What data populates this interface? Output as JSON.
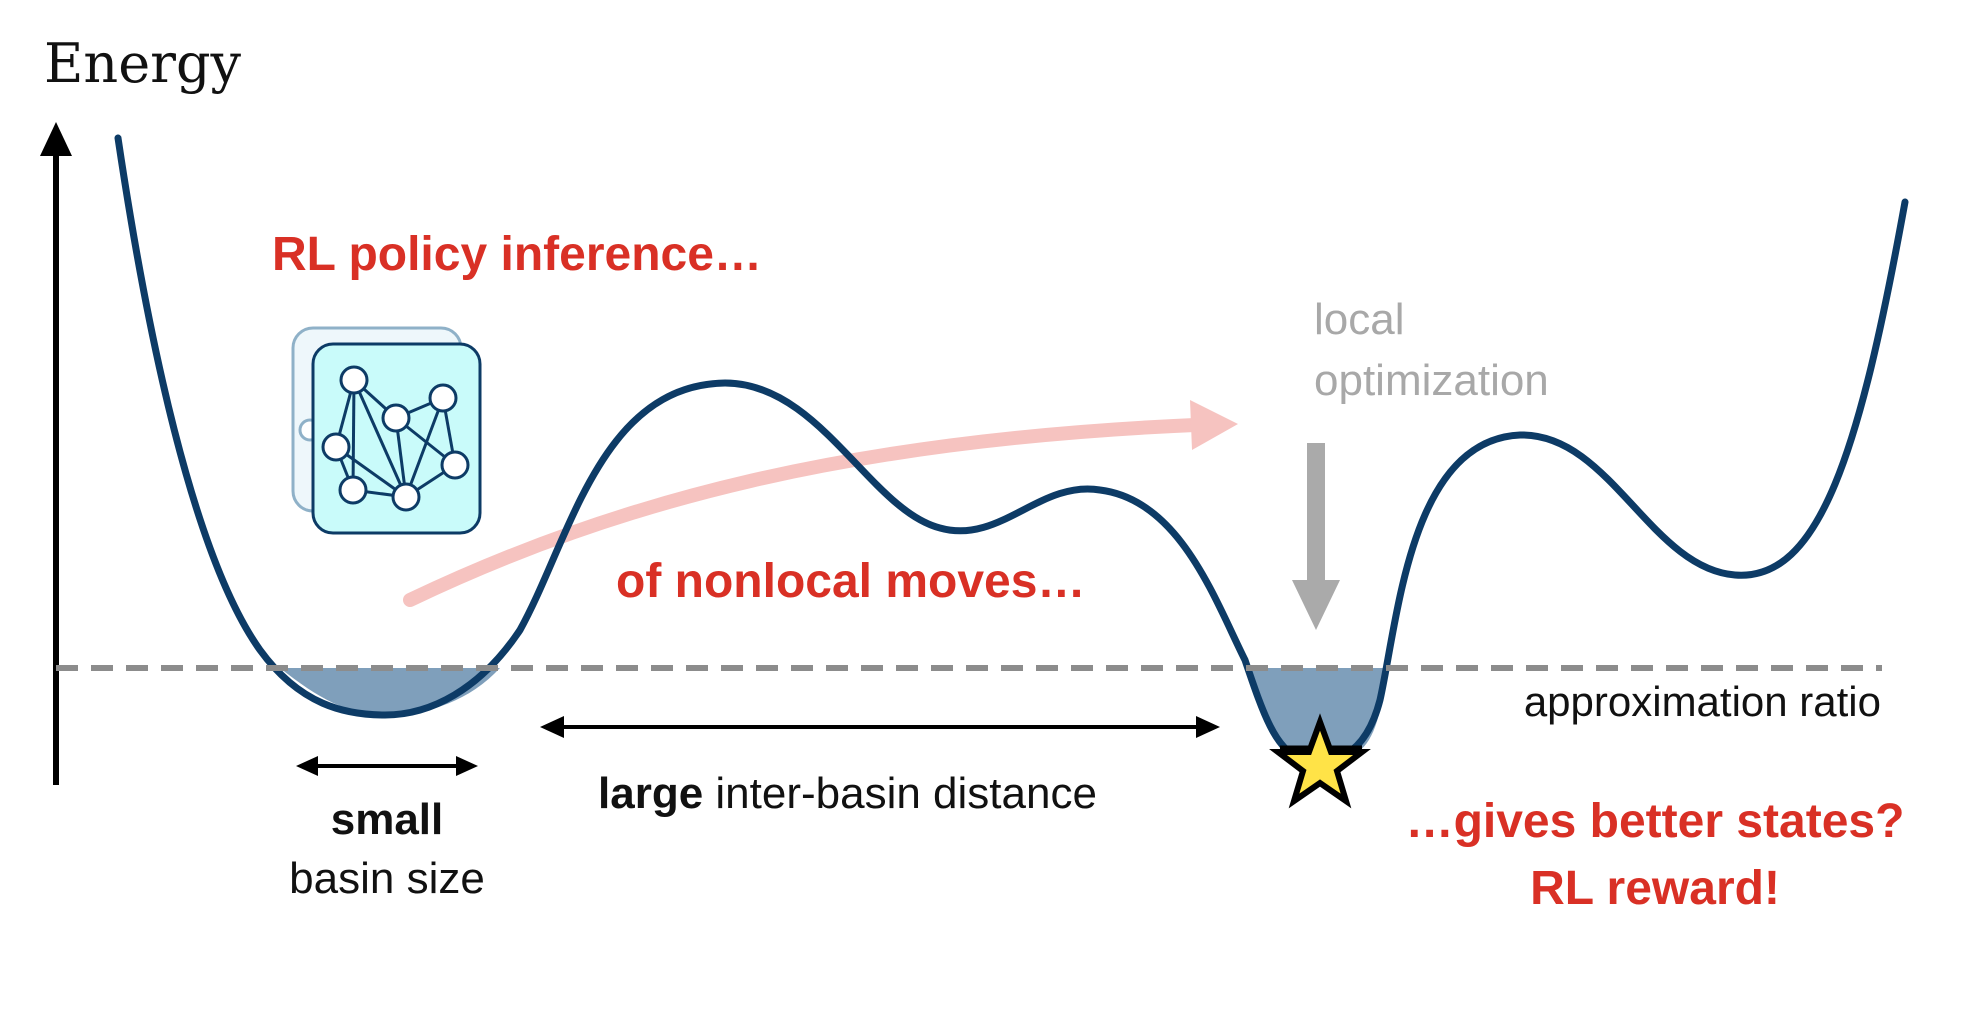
{
  "axis": {
    "label": "Energy"
  },
  "annotations": {
    "policy_inference": "RL policy inference…",
    "nonlocal_moves": "of nonlocal moves…",
    "local_optimization_line1": "local",
    "local_optimization_line2": "optimization",
    "approximation_ratio": "approximation ratio",
    "small": "small",
    "basin_size": "basin size",
    "large": "large",
    "inter_basin_distance": " inter-basin distance",
    "better_states": "…gives better states?",
    "rl_reward": "RL reward!"
  },
  "colors": {
    "curve": "#0d3b66",
    "basin_fill": "#7f9fbb",
    "accent_red": "#d93025",
    "nonlocal_arrow": "#f6c3c0",
    "local_arrow": "#aaaaaa",
    "dashed_threshold": "#8c8c8c",
    "graph_card_fill": "#c9fbfa",
    "star_fill": "#ffe347"
  },
  "icons": {
    "graph_card": "graph-network-icon",
    "goal": "star-icon"
  }
}
